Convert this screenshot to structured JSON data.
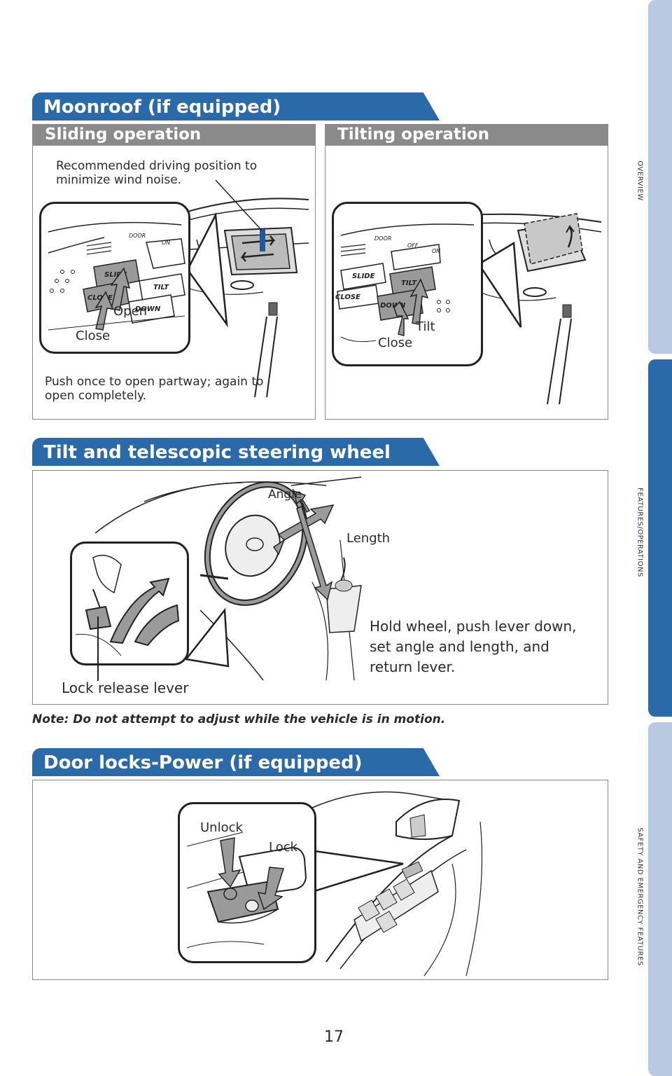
{
  "side_tabs": [
    {
      "label": "OVERVIEW",
      "color": "#b9c9e2"
    },
    {
      "label": "FEATURES/OPERATIONS",
      "color": "#2a6aa8"
    },
    {
      "label": "SAFETY AND EMERGENCY FEATURES",
      "color": "#b9c9e2"
    }
  ],
  "moonroof": {
    "title": "Moonroof (if equipped)",
    "sliding": {
      "title": "Sliding operation",
      "recommended_line1": "Recommended driving position to",
      "recommended_line2": "minimize wind noise.",
      "open": "Open",
      "close": "Close",
      "push_line1": "Push once to open partway; again to",
      "push_line2": "open completely.",
      "btn_slide": "SLIDE",
      "btn_close": "CLOSE",
      "btn_tilt": "TILT",
      "btn_down": "DOWN",
      "lbl_door": "DOOR",
      "lbl_on": "ON"
    },
    "tilting": {
      "title": "Tilting operation",
      "tilt": "Tilt",
      "close": "Close",
      "btn_slide": "SLIDE",
      "btn_close": "CLOSE",
      "btn_tilt": "TILT",
      "btn_down": "DOWN",
      "lbl_door": "DOOR",
      "lbl_off": "OFF",
      "lbl_on": "ON"
    }
  },
  "steering": {
    "title": "Tilt and telescopic steering wheel",
    "angle": "Angle",
    "length": "Length",
    "instr_line1": "Hold wheel, push lever down,",
    "instr_line2": "set angle and length, and",
    "instr_line3": "return lever.",
    "lever": "Lock release lever",
    "note": "Note: Do not attempt to adjust while the vehicle is in motion."
  },
  "doorlocks": {
    "title": "Door locks-Power (if equipped)",
    "unlock": "Unlock",
    "lock": "Lock"
  },
  "page_number": "17",
  "colors": {
    "header_blue": "#2a6aa8",
    "sub_gray": "#8a8a8a",
    "tab_light": "#b9c9e2"
  }
}
